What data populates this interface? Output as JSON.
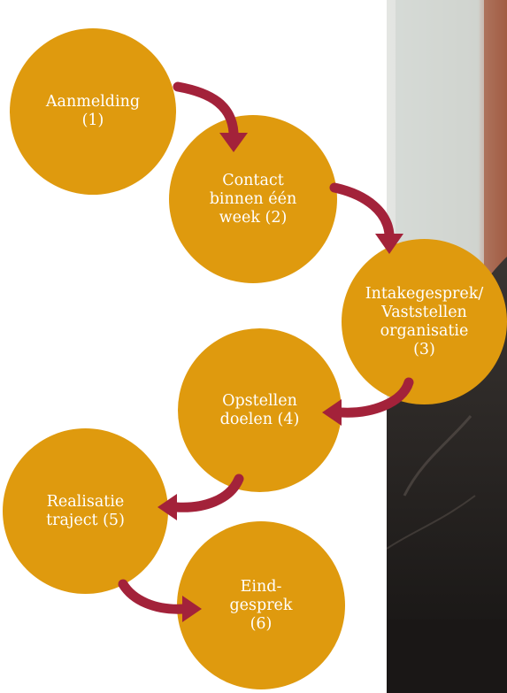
{
  "colors": {
    "circle": "#df9a0e",
    "arrow": "#a3223a",
    "text": "#ffffff"
  },
  "steps": [
    {
      "label": "Aanmelding\n(1)"
    },
    {
      "label": "Contact\nbinnen één\nweek (2)"
    },
    {
      "label": "Intakegesprek/\nVaststellen\norganisatie\n(3)"
    },
    {
      "label": "Opstellen\ndoelen (4)"
    },
    {
      "label": "Realisatie\ntraject (5)"
    },
    {
      "label": "Eind-\ngesprek\n(6)"
    }
  ]
}
